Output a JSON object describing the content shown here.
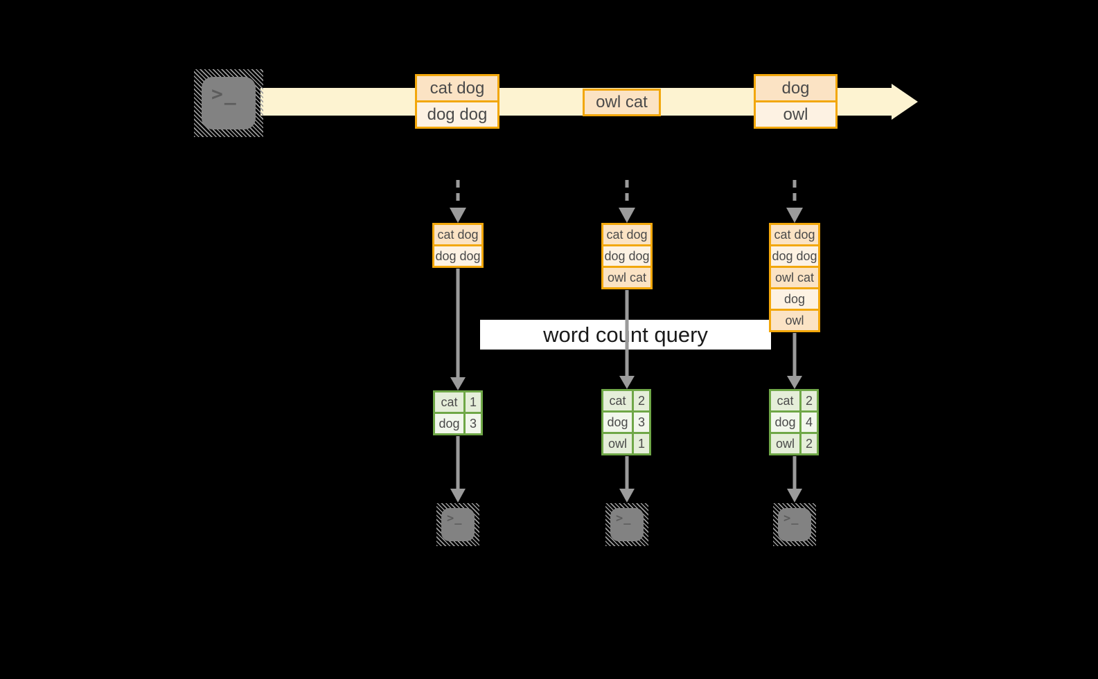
{
  "banner": {
    "label": "word count query"
  },
  "icons": {
    "terminal_glyph": ">_"
  },
  "stream": {
    "batches": [
      {
        "lines": [
          "cat dog",
          "dog dog"
        ]
      },
      {
        "lines": [
          "owl cat"
        ]
      },
      {
        "lines": [
          "dog",
          "owl"
        ]
      }
    ]
  },
  "columns": [
    {
      "received": [
        "cat dog",
        "dog dog"
      ],
      "counts": [
        [
          "cat",
          "1"
        ],
        [
          "dog",
          "3"
        ]
      ]
    },
    {
      "received": [
        "cat dog",
        "dog dog",
        "owl cat"
      ],
      "counts": [
        [
          "cat",
          "2"
        ],
        [
          "dog",
          "3"
        ],
        [
          "owl",
          "1"
        ]
      ]
    },
    {
      "received": [
        "cat dog",
        "dog dog",
        "owl cat",
        "dog",
        "owl"
      ],
      "counts": [
        [
          "cat",
          "2"
        ],
        [
          "dog",
          "4"
        ],
        [
          "owl",
          "2"
        ]
      ]
    }
  ],
  "colors": {
    "background": "#000000",
    "stream_fill": "#fdf3d1",
    "box_border": "#f2a70b",
    "cell_peach": "#fbe3c4",
    "cell_cream": "#fdf2e3",
    "table_border": "#6fa747",
    "cell_green": "#e5eed9",
    "cell_green_pale": "#f2f7ec",
    "arrow_gray": "#9b9b9b",
    "banner_bg": "#ffffff",
    "banner_text": "#1a1a1a",
    "cell_text": "#4a4a4a",
    "terminal_fill": "#828282",
    "terminal_glyph": "#5c5c5c"
  }
}
